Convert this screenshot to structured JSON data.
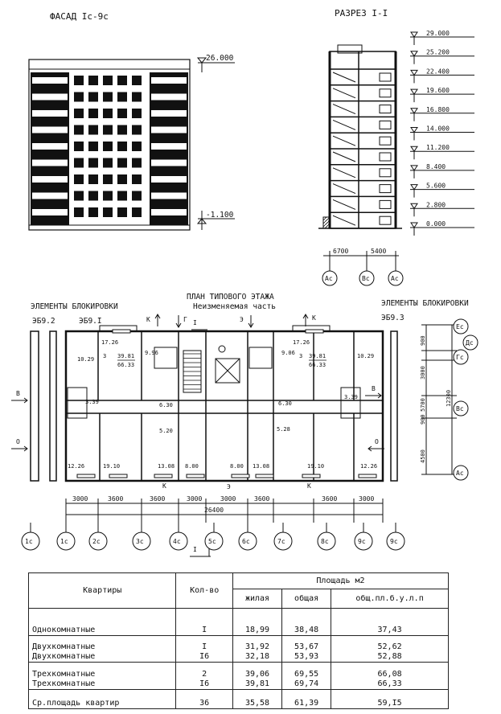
{
  "facade": {
    "title": "ФАСАД Iс-9с",
    "levels": [
      "26.000",
      "-1.100"
    ]
  },
  "section": {
    "title": "РАЗРЕЗ I-I",
    "levels": [
      "29.000",
      "25.200",
      "22.400",
      "19.600",
      "16.800",
      "14.000",
      "11.200",
      "8.400",
      "5.600",
      "2.800",
      "0.000"
    ],
    "dims": [
      "6700",
      "5400"
    ],
    "axes": [
      "Ас",
      "Вс",
      "Ас"
    ]
  },
  "plan": {
    "title": "ПЛАН ТИПОВОГО ЭТАЖА",
    "subtitle": "Неизменяемая часть",
    "left_group_title": "ЭЛЕМЕНТЫ БЛОКИРОВКИ",
    "right_group_title": "ЭЛЕМЕНТЫ БЛОКИРОВКИ",
    "left_codes": [
      "ЭБ9.2",
      "ЭБ9.I"
    ],
    "right_code": "ЭБ9.3",
    "markers": {
      "k": "К",
      "g": "Г",
      "e": "Э",
      "i": "I",
      "v": "В",
      "o": "О"
    },
    "rooms": {
      "l_top": "17.26",
      "r_top": "17.26",
      "l_apt_n": "3",
      "l_apt_living": "39.81",
      "l_apt_total": "66.33",
      "r_apt_n": "3",
      "r_apt_living": "39.81",
      "r_apt_total": "66.33",
      "l_k_top": "10.29",
      "r_k_top": "10.29",
      "l_hall": "9.96",
      "r_hall": "9.06",
      "l_bath": "3.39",
      "r_bath": "3.39",
      "l_mid": "6.30",
      "r_mid": "6.30",
      "l_lob": "5.20",
      "r_lob": "5.28",
      "l_bot1": "12.26",
      "l_bot2": "19.10",
      "l_bot3": "13.08",
      "l_bot4": "8.00",
      "r_bot4": "8.00",
      "r_bot3": "13.08",
      "r_bot2": "19.10",
      "r_bot1": "12.26"
    },
    "bottom_dims": [
      "3000",
      "3600",
      "3600",
      "3000",
      "3000",
      "3600",
      "3600",
      "3000"
    ],
    "total_dim": "26400",
    "axes": [
      "1с",
      "1с",
      "2с",
      "3с",
      "4с",
      "5с",
      "6с",
      "7с",
      "8с",
      "9с",
      "9с"
    ],
    "right_dims": [
      "900",
      "3000",
      "5700",
      "900",
      "4500"
    ],
    "right_total": "12300",
    "right_axes": [
      "Ес",
      "Дс",
      "Гс",
      "Вс",
      "Ас"
    ]
  },
  "table": {
    "col_apts": "Квартиры",
    "col_count": "Кол-во",
    "col_area": "Площадь м2",
    "col_living": "жилая",
    "col_total": "общая",
    "col_total_summer": "общ.пл.б.у.л.п",
    "rows": [
      {
        "names": [
          "Однокомнатные"
        ],
        "counts": [
          "I"
        ],
        "living": [
          "18,99"
        ],
        "total": [
          "38,48"
        ],
        "summer": [
          "37,43"
        ]
      },
      {
        "names": [
          "Двухкомнатные",
          "Двухкомнатные"
        ],
        "counts": [
          "I",
          "I6"
        ],
        "living": [
          "31,92",
          "32,18"
        ],
        "total": [
          "53,67",
          "53,93"
        ],
        "summer": [
          "52,62",
          "52,88"
        ]
      },
      {
        "names": [
          "Трехкомнатные",
          "Трехкомнатные"
        ],
        "counts": [
          "2",
          "I6"
        ],
        "living": [
          "39,06",
          "39,81"
        ],
        "total": [
          "69,55",
          "69,74"
        ],
        "summer": [
          "66,08",
          "66,33"
        ]
      },
      {
        "names": [
          "Ср.площадь квартир"
        ],
        "counts": [
          "36"
        ],
        "living": [
          "35,58"
        ],
        "total": [
          "61,39"
        ],
        "summer": [
          "59,I5"
        ]
      }
    ]
  }
}
